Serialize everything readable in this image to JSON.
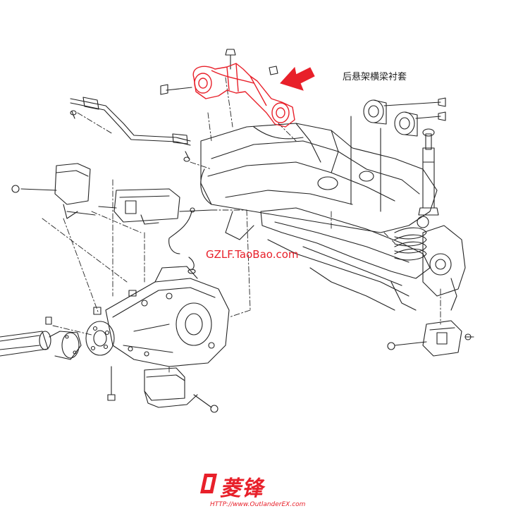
{
  "callout_label": "后悬架横梁衬套",
  "watermark_text": "GZLF.TaoBao.com",
  "brand": {
    "name": "菱锋",
    "url": "HTTP://www.OutlanderEX.com"
  },
  "colors": {
    "highlight": "#e8202a",
    "line": "#222222",
    "background": "#ffffff"
  }
}
